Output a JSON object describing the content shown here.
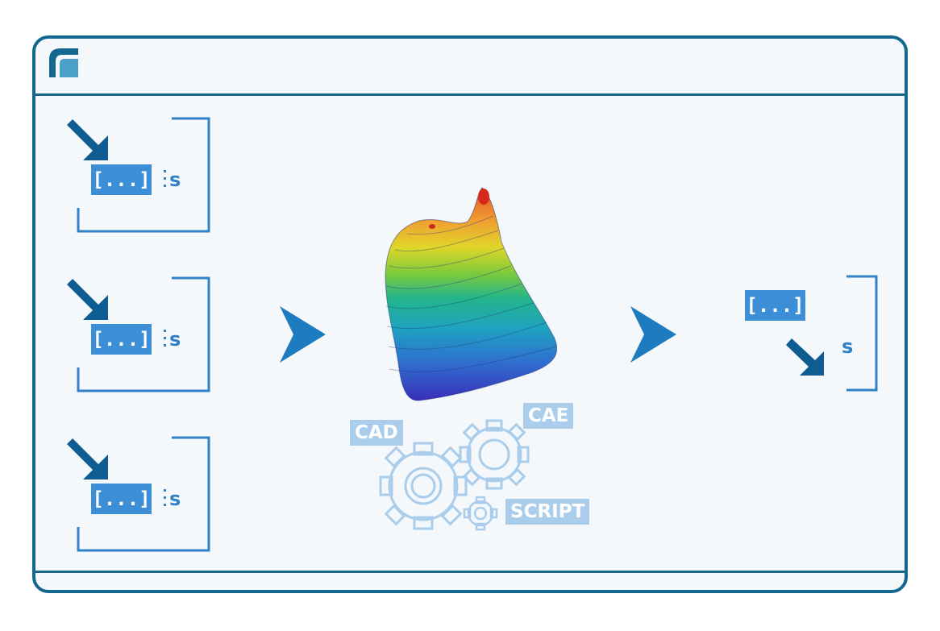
{
  "inputs": [
    {
      "tag": "[...]",
      "var": "s"
    },
    {
      "tag": "[...]",
      "var": "s"
    },
    {
      "tag": "[...]",
      "var": "s"
    }
  ],
  "output": {
    "tag": "[...]",
    "var": "s"
  },
  "tools": {
    "cad": "CAD",
    "cae": "CAE",
    "script": "SCRIPT"
  },
  "colors": {
    "frame": "#146890",
    "accent": "#3c8fd6",
    "arrow": "#1d7cbf",
    "dark_arrow": "#0f5c93",
    "gear": "#a9cdeb"
  }
}
